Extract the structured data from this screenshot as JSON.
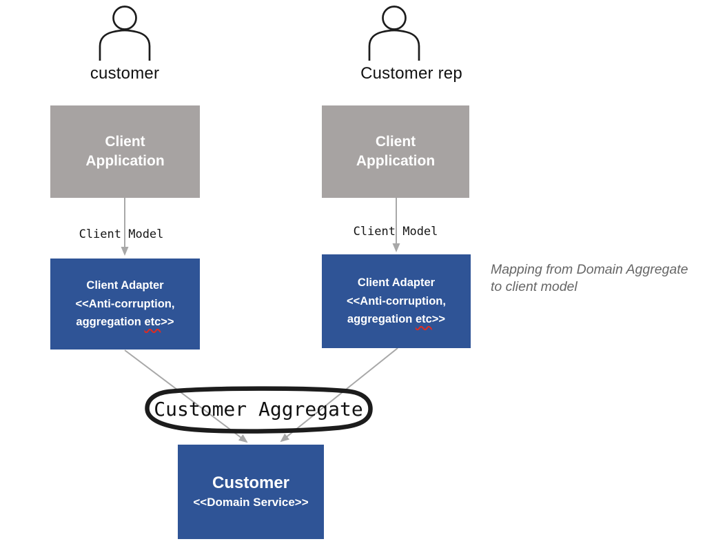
{
  "colors": {
    "box_gray": "#a7a3a2",
    "box_blue": "#2f5496",
    "arrow_gray": "#a8a8a8",
    "note_gray": "#666666",
    "ink": "#1c1c1c",
    "squiggle_red": "#e02b20",
    "box_text": "#ffffff",
    "background": "#ffffff"
  },
  "icons": {
    "actor": "person-icon"
  },
  "columns": [
    {
      "actor_label": "customer",
      "app_box_title": "Client\nApplication",
      "arrow_label": "Client Model",
      "adapter": {
        "line1": "Client Adapter",
        "line2": "<<Anti-corruption,",
        "line3_pre": "aggregation ",
        "line3_word": "etc",
        "line3_post": ">>"
      }
    },
    {
      "actor_label": "Customer rep",
      "app_box_title": "Client\nApplication",
      "arrow_label": "Client Model",
      "adapter": {
        "line1": "Client Adapter",
        "line2": "<<Anti-corruption,",
        "line3_pre": "aggregation ",
        "line3_word": "etc",
        "line3_post": ">>"
      }
    }
  ],
  "note": "Mapping from Domain Aggregate\nto client model",
  "aggregate_callout": "Customer Aggregate",
  "domain_service": {
    "title": "Customer",
    "stereotype": "<<Domain Service>>"
  }
}
